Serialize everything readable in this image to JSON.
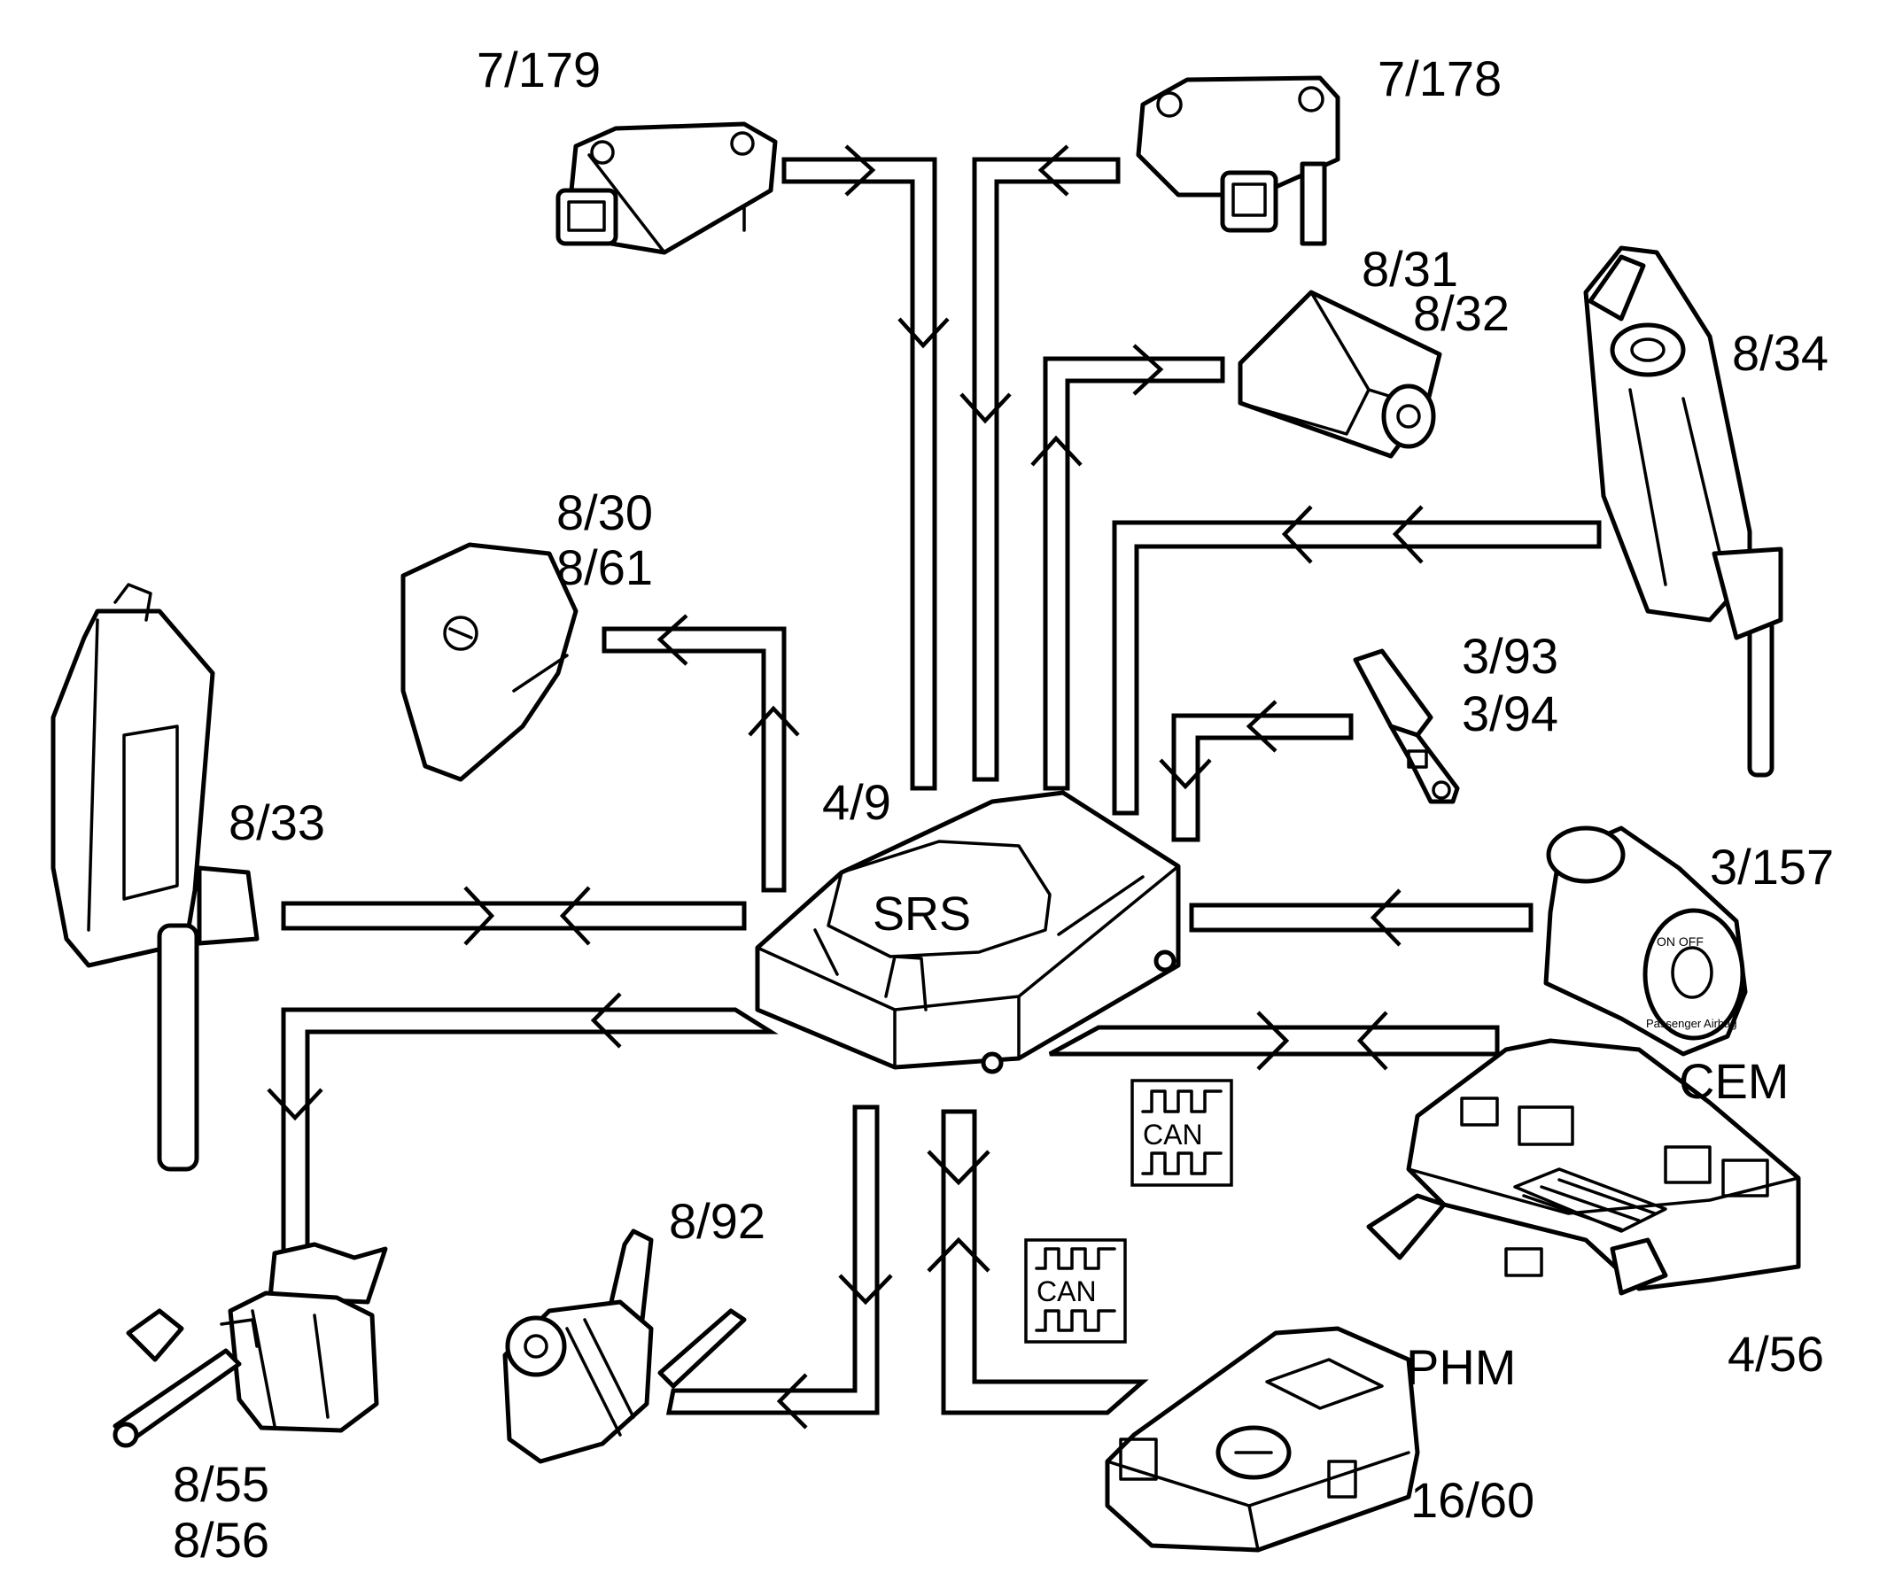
{
  "labels": {
    "srs_center": "SRS",
    "srs_module": "4/9",
    "sensor_left_top": "7/179",
    "sensor_right_top": "7/178",
    "airbag_passenger_a": "8/31",
    "airbag_passenger_b": "8/32",
    "tensioner_right": "8/34",
    "airbag_driver_a": "8/30",
    "airbag_driver_b": "8/61",
    "buckle_a": "3/93",
    "buckle_b": "3/94",
    "tensioner_left": "8/33",
    "switch_passenger_airbag": "3/157",
    "cem_name": "CEM",
    "cem_number": "4/56",
    "retractor_a": "8/55",
    "retractor_b": "8/56",
    "tensioner_92": "8/92",
    "phm_name": "PHM",
    "phm_number": "16/60",
    "can_label_1": "CAN",
    "can_label_2": "CAN"
  },
  "switch_text": {
    "on_off": "ON  OFF",
    "caption": "Passenger Airbag"
  }
}
